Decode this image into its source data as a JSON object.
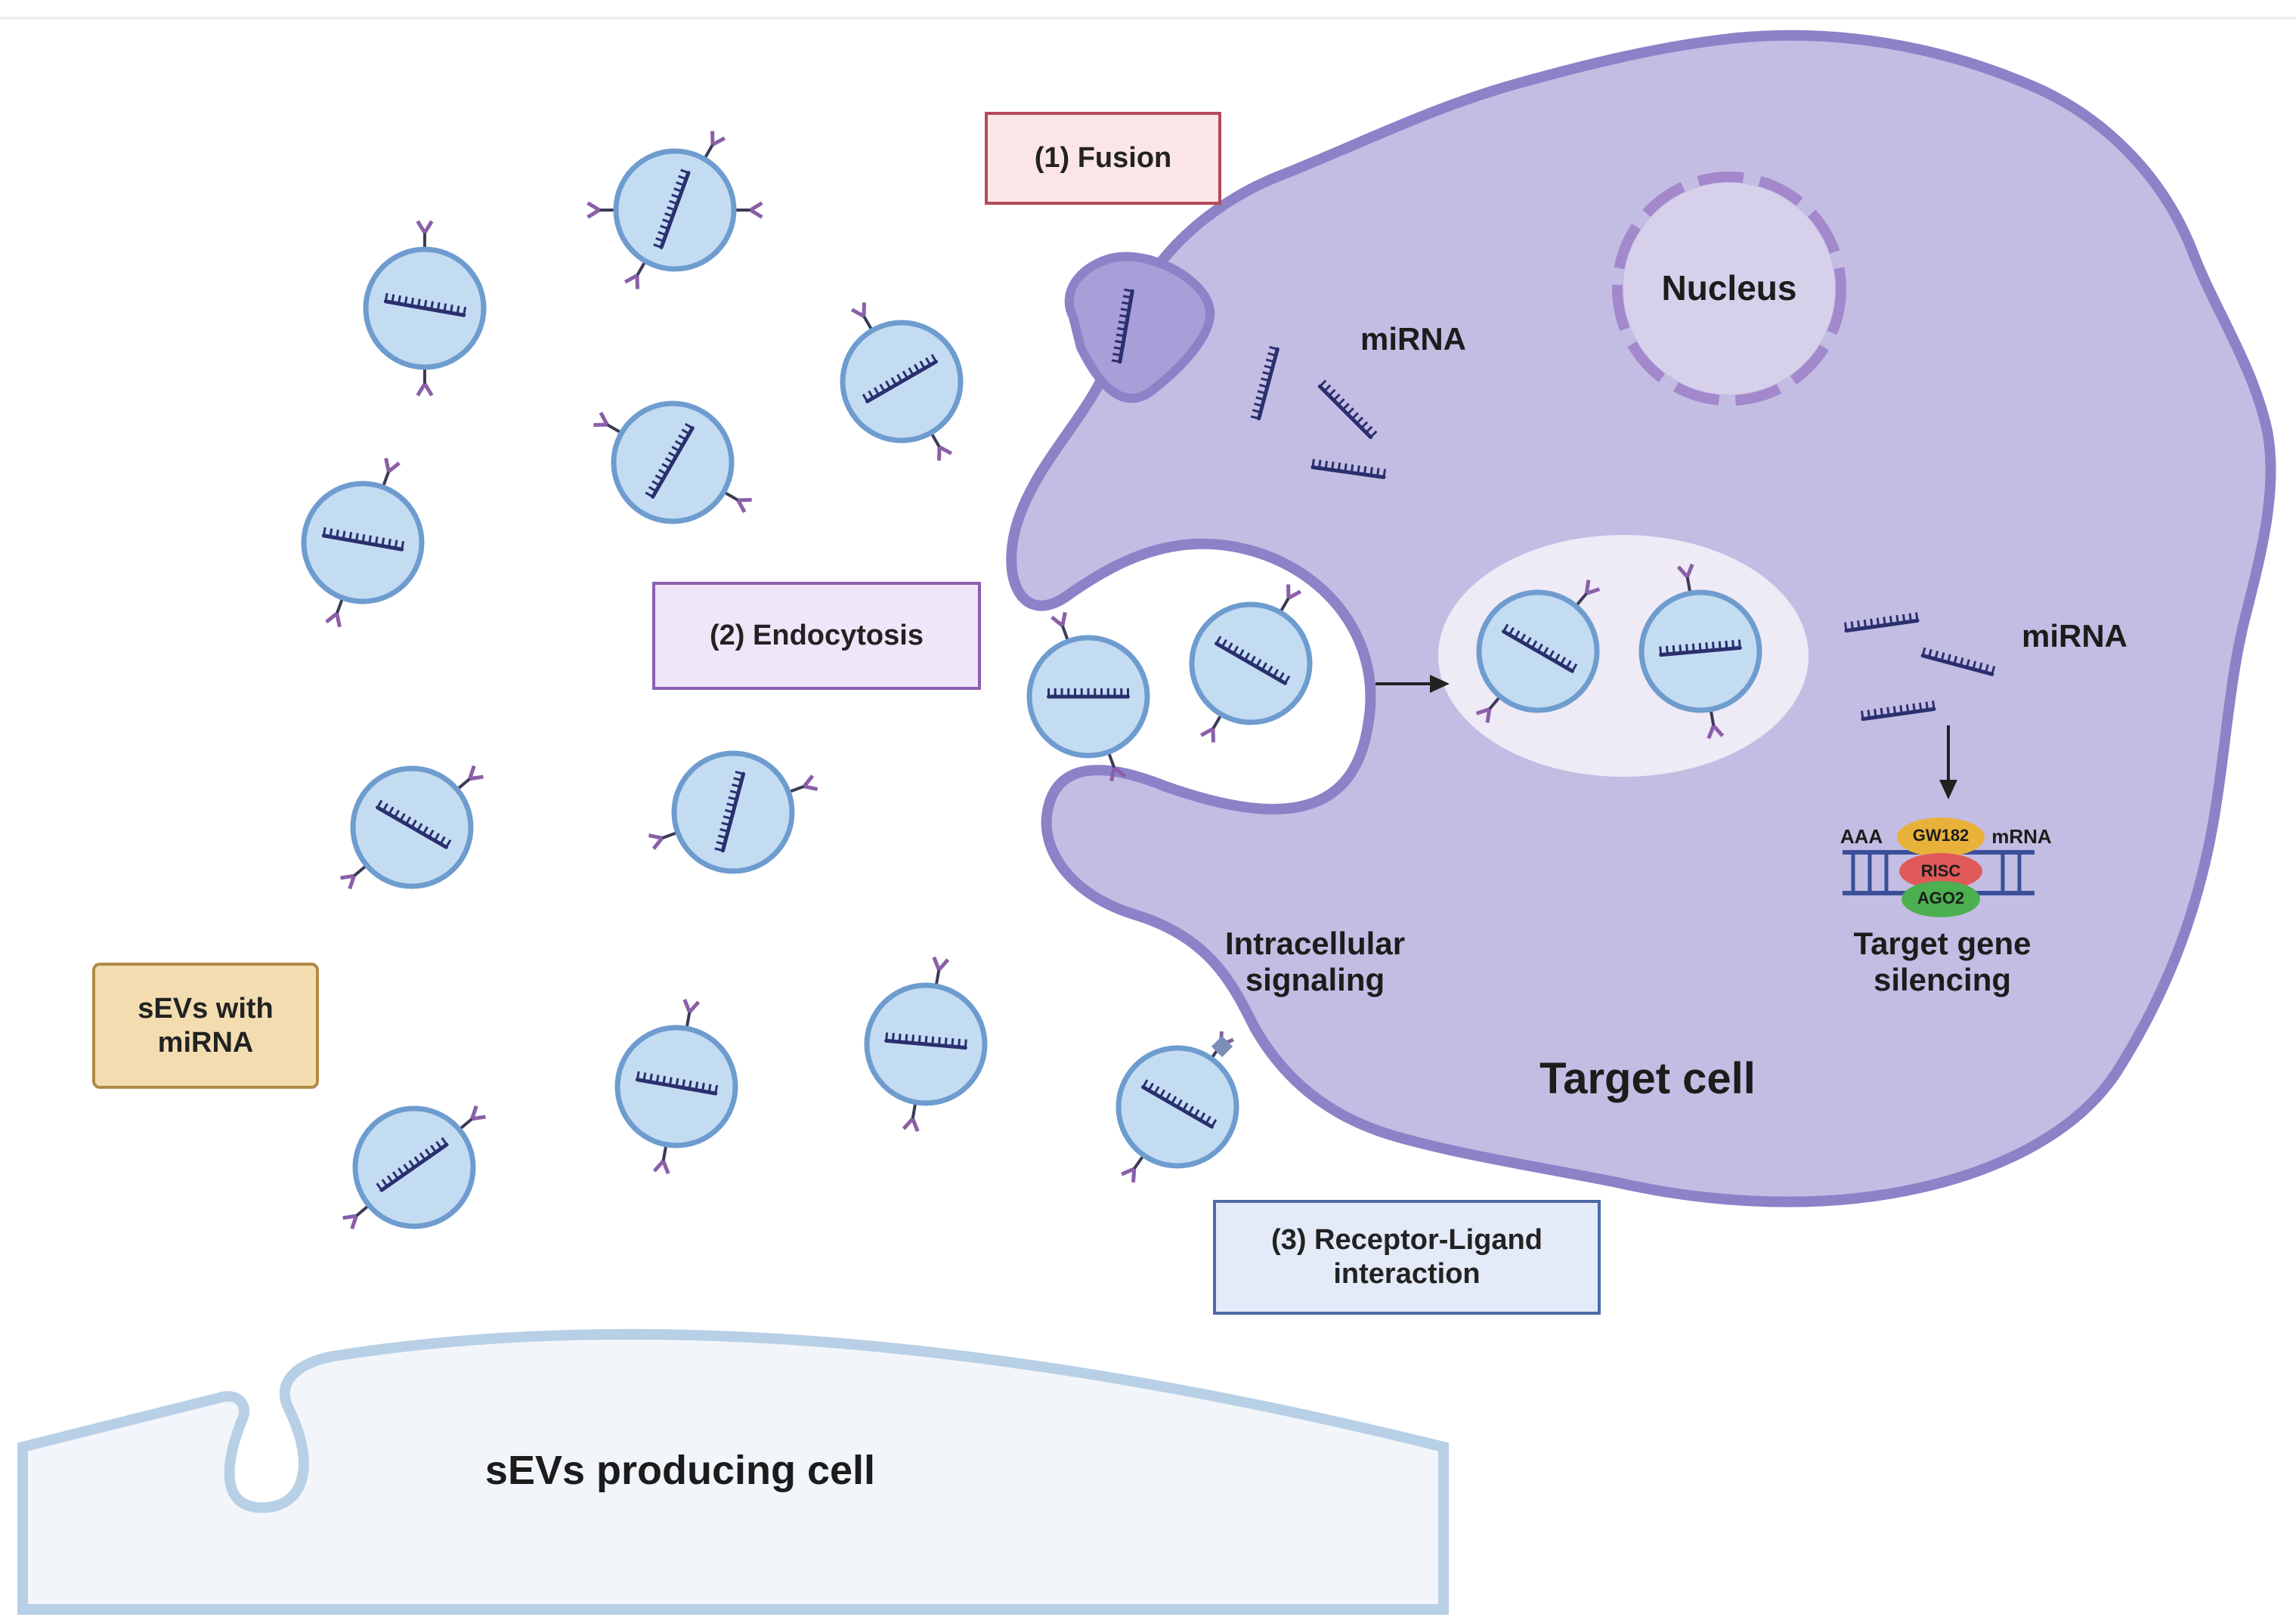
{
  "labels": {
    "fusion": "(1) Fusion",
    "endocytosis": "(2) Endocytosis",
    "receptor_ligand_line1": "(3) Receptor-Ligand",
    "receptor_ligand_line2": "interaction",
    "sevs_line1": "sEVs with",
    "sevs_line2": "miRNA",
    "nucleus": "Nucleus",
    "mirna_top": "miRNA",
    "mirna_right": "miRNA",
    "intracellular_line1": "Intracellular",
    "intracellular_line2": "signaling",
    "target_gene_line1": "Target gene",
    "target_gene_line2": "silencing",
    "target_cell": "Target cell",
    "producing_cell": "sEVs producing cell",
    "aaa": "AAA",
    "mrna": "mRNA",
    "gw182": "GW182",
    "risc": "RISC",
    "ago2": "AGO2"
  },
  "colors": {
    "cell_fill": "#c3bde3",
    "cell_stroke": "#8b82c8",
    "vesicle_fill": "#c4dcf2",
    "vesicle_stroke": "#6e9ccf",
    "mirna": "#2a2f6e",
    "receptor": "#8a5fa8",
    "fusion_box_fill": "#fbe5e7",
    "fusion_box_stroke": "#b5495b",
    "endo_box_fill": "#efe6fa",
    "endo_box_stroke": "#8a5fb0",
    "receptor_box_fill": "#e3eaf8",
    "receptor_box_stroke": "#4e6aa8",
    "sevs_box_fill": "#f3ddb0",
    "sevs_box_stroke": "#b08a45",
    "producing_cell_fill": "#f2f6fa",
    "producing_cell_stroke": "#b8d0e6",
    "gw182": "#e8b23a",
    "risc": "#e05a5a",
    "ago2": "#4caf50"
  },
  "icons": [
    "vesicle-icon",
    "mirna-icon",
    "receptor-icon",
    "nucleus-icon",
    "arrow-icon",
    "risc-complex-icon"
  ]
}
